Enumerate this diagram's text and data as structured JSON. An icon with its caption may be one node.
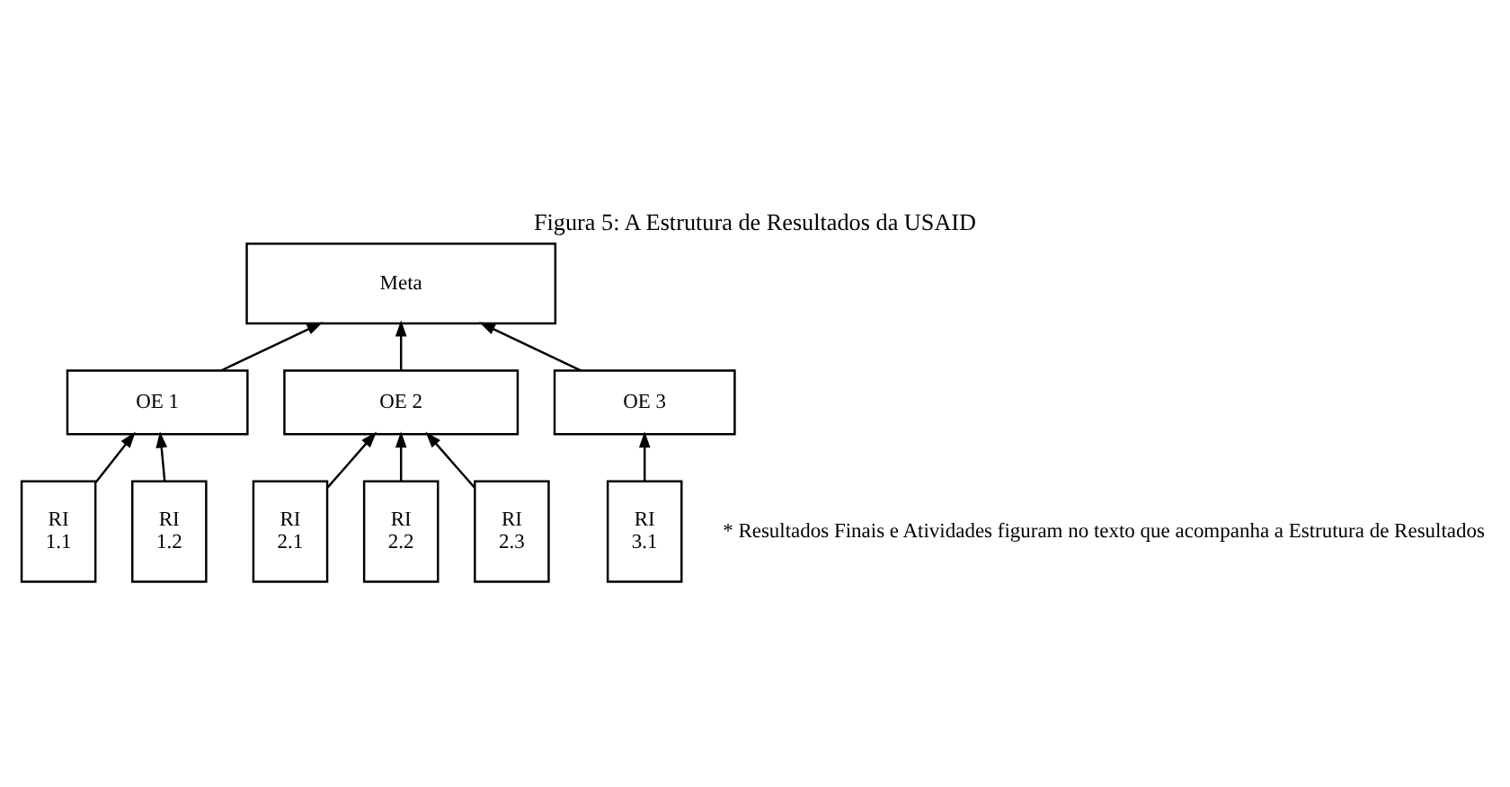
{
  "diagram": {
    "title": "Figura 5: A Estrutura de Resultados da USAID",
    "nodes": [
      {
        "text": [
          "Meta"
        ]
      },
      {
        "text": [
          "OE 1"
        ]
      },
      {
        "text": [
          "OE 2"
        ]
      },
      {
        "text": [
          "OE 3"
        ]
      },
      {
        "text": [
          "RI 1.1"
        ]
      },
      {
        "text": [
          "RI 1.2"
        ]
      },
      {
        "text": [
          "RI 2.1"
        ]
      },
      {
        "text": [
          "RI 2.2"
        ]
      },
      {
        "text": [
          "RI 2.3"
        ]
      },
      {
        "text": [
          "RI 3.1"
        ]
      }
    ],
    "edges": [
      {
        "from": 1,
        "to": 0,
        "arrow": "to"
      },
      {
        "from": 2,
        "to": 0,
        "arrow": "to"
      },
      {
        "from": 3,
        "to": 0,
        "arrow": "to"
      },
      {
        "from": 4,
        "to": 1,
        "arrow": "to"
      },
      {
        "from": 5,
        "to": 1,
        "arrow": "to"
      },
      {
        "from": 6,
        "to": 2,
        "arrow": "to"
      },
      {
        "from": 7,
        "to": 2,
        "arrow": "to"
      },
      {
        "from": 8,
        "to": 2,
        "arrow": "to"
      },
      {
        "from": 9,
        "to": 3,
        "arrow": "to"
      }
    ],
    "labels": [
      "* Resultados Finais e Atividades figuram no texto que acompanha a Estrutura de Resultados"
    ]
  }
}
